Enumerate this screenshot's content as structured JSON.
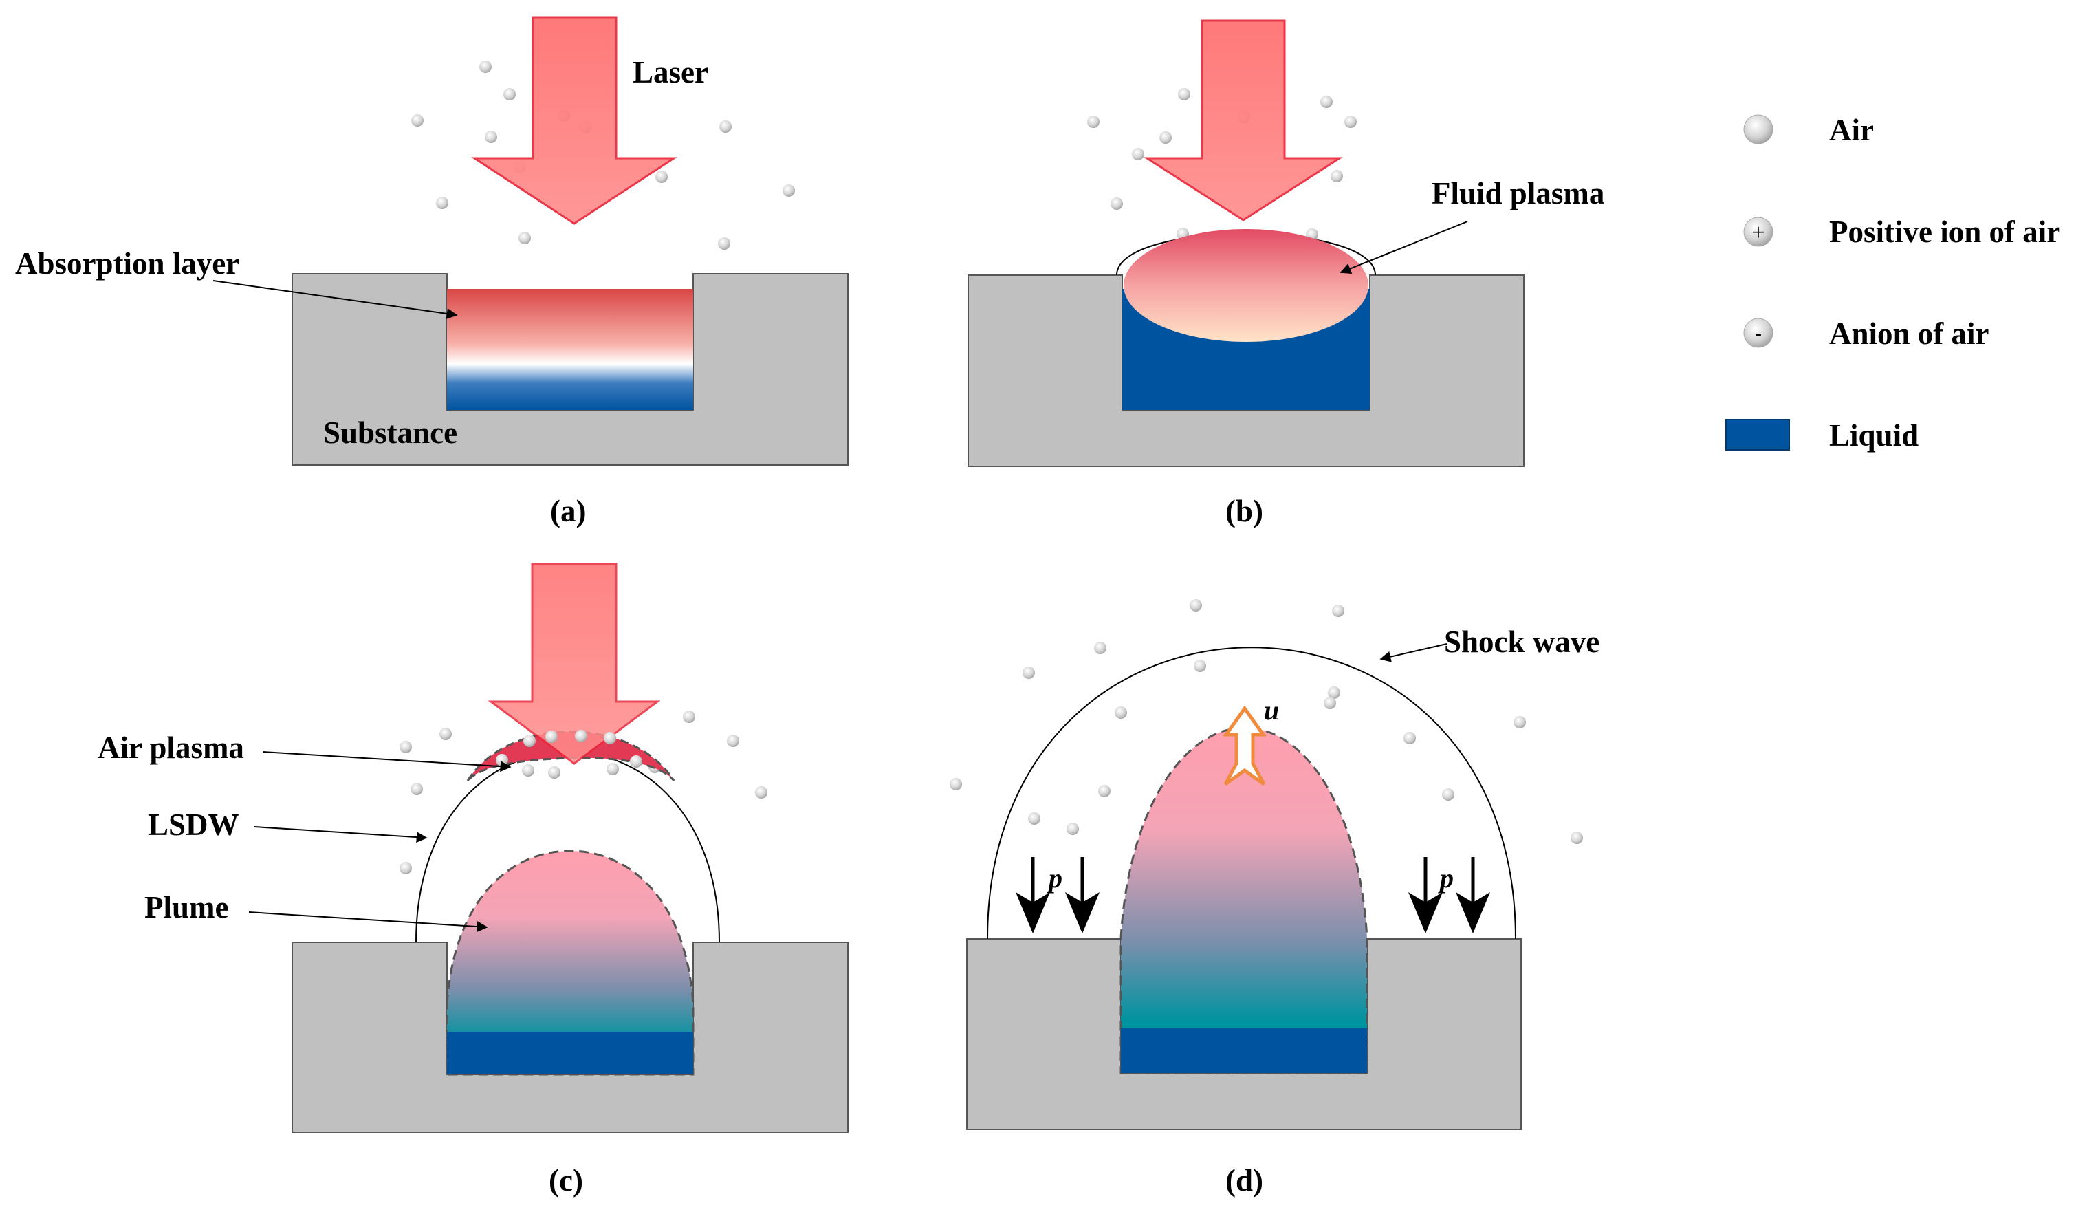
{
  "colors": {
    "substance": "#c0c0c0",
    "liquid": "#00539f",
    "laser": "#ff6b6b",
    "air": "#bdbdbd",
    "plasma_red": "#e24757",
    "plume_pink": "#ff9fae",
    "teal": "#0093a0"
  },
  "panel_a": {
    "caption": "(a)",
    "laser_label": "Laser",
    "absorption_label": "Absorption layer",
    "substance_label": "Substance"
  },
  "panel_b": {
    "caption": "(b)",
    "fluid_plasma_label": "Fluid plasma"
  },
  "panel_c": {
    "caption": "(c)",
    "air_plasma_label": "Air plasma",
    "lsdw_label": "LSDW",
    "plume_label": "Plume"
  },
  "panel_d": {
    "caption": "(d)",
    "shock_label": "Shock wave",
    "velocity_symbol": "u",
    "pressure_left": "p",
    "pressure_right": "p"
  },
  "legend": {
    "items": [
      {
        "label": "Air",
        "icon": "air-particle-icon"
      },
      {
        "label": "Positive ion of air",
        "icon": "positive-ion-icon",
        "glyph": "+"
      },
      {
        "label": "Anion  of air",
        "icon": "anion-icon",
        "glyph": "-"
      },
      {
        "label": "Liquid",
        "icon": "liquid-swatch-icon"
      }
    ]
  }
}
